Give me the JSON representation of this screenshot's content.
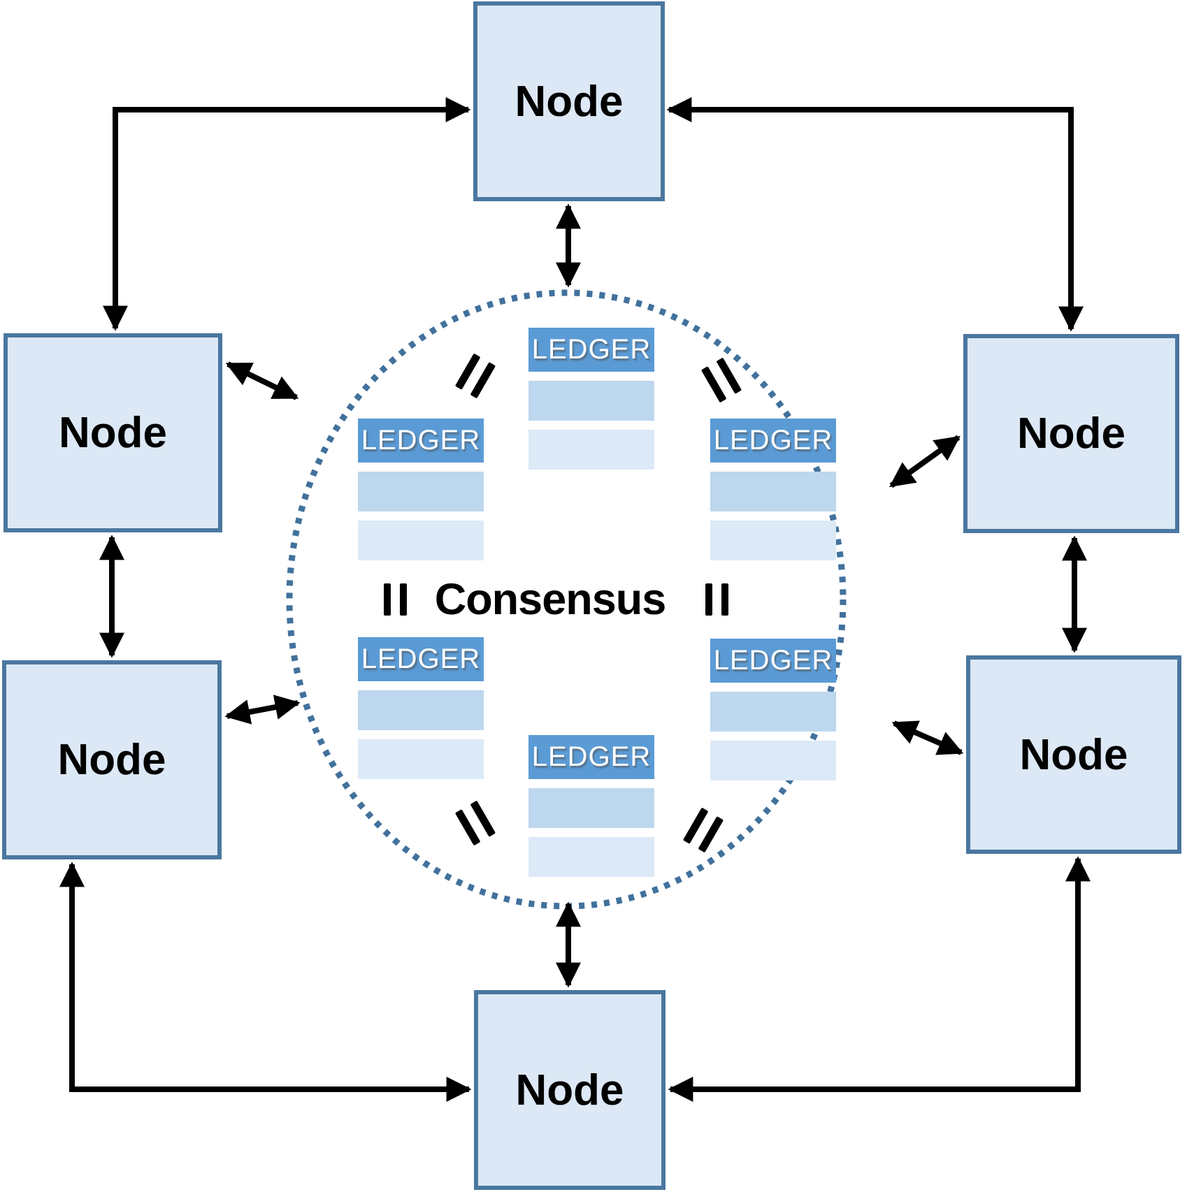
{
  "diagram": {
    "consensus_label": "Consensus",
    "nodes": [
      {
        "id": "top",
        "label": "Node"
      },
      {
        "id": "left-upper",
        "label": "Node"
      },
      {
        "id": "right-upper",
        "label": "Node"
      },
      {
        "id": "left-lower",
        "label": "Node"
      },
      {
        "id": "right-lower",
        "label": "Node"
      },
      {
        "id": "bottom",
        "label": "Node"
      }
    ],
    "ledgers": [
      {
        "id": "top",
        "label": "LEDGER"
      },
      {
        "id": "upper-left",
        "label": "LEDGER"
      },
      {
        "id": "upper-right",
        "label": "LEDGER"
      },
      {
        "id": "lower-left",
        "label": "LEDGER"
      },
      {
        "id": "lower-right",
        "label": "LEDGER"
      },
      {
        "id": "bottom",
        "label": "LEDGER"
      }
    ],
    "icons": {
      "equals": "two-parallel-bars-equals-sign",
      "arrows": "double-headed-black-arrows",
      "circle": "dotted-consensus-ring"
    }
  },
  "colors": {
    "node-fill": "#dce8f5",
    "node-border": "#4a779f",
    "ledger-header": "#5b9bd5",
    "ledger-row-mid": "#bdd7ee",
    "ledger-row-light": "#dce9f7",
    "circle-dot": "#41719c",
    "arrow": "#000000",
    "consensus-text": "#000000"
  }
}
